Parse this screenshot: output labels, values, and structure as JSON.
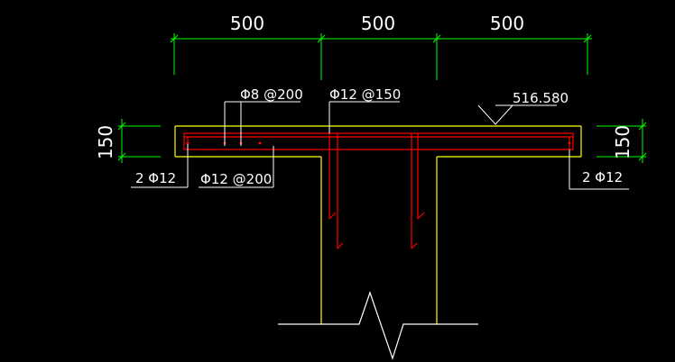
{
  "colors": {
    "background": "#000000",
    "dimension": "#00ff00",
    "concrete": "#ffff00",
    "rebar": "#ff0000",
    "annotation": "#ffffff",
    "breakline": "#ffffff"
  },
  "dimensions": {
    "top": [
      "500",
      "500",
      "500"
    ],
    "left_thickness": "150",
    "right_thickness": "150"
  },
  "annotations": {
    "top_bar_a": "Φ8 @200",
    "top_bar_b": "Φ12 @150",
    "elevation": "516.580",
    "left_edge_bars": "2 Φ12",
    "bottom_bar": "Φ12 @200",
    "right_edge_bars": "2 Φ12"
  }
}
